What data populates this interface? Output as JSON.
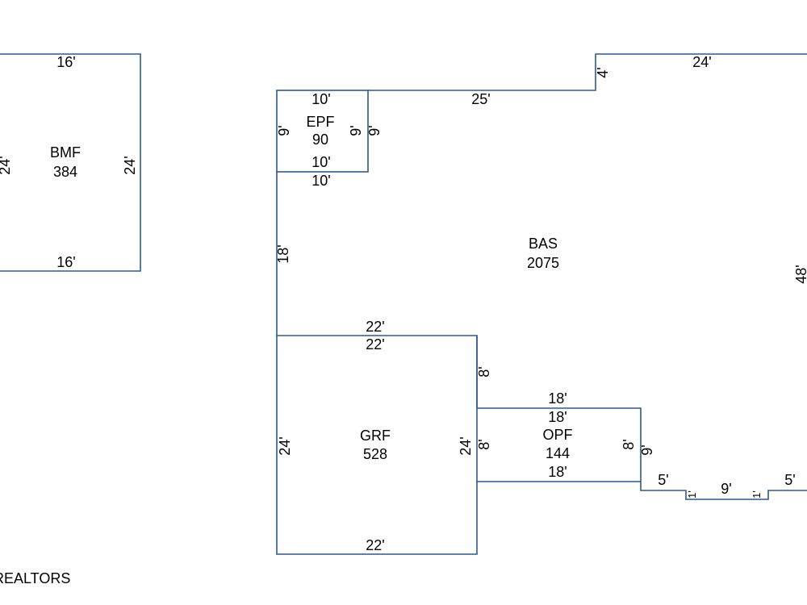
{
  "areas": {
    "bmf": {
      "code": "BMF",
      "sqft": "384"
    },
    "epf": {
      "code": "EPF",
      "sqft": "90"
    },
    "bas": {
      "code": "BAS",
      "sqft": "2075"
    },
    "grf": {
      "code": "GRF",
      "sqft": "528"
    },
    "opf": {
      "code": "OPF",
      "sqft": "144"
    }
  },
  "dims": {
    "bmf_top": "16'",
    "bmf_bottom": "16'",
    "bmf_left": "24'",
    "bmf_right": "24'",
    "epf_top": "10'",
    "epf_bottom_inner": "10'",
    "epf_left": "9'",
    "epf_right_inner": "9'",
    "epf_right_outer": "9'",
    "bas_epf_below": "10'",
    "bas_top": "25'",
    "bas_step": "4'",
    "bas_top_right": "24'",
    "bas_left": "18'",
    "bas_right": "48'",
    "bas_grf_above": "22'",
    "grf_top": "22'",
    "grf_bottom": "22'",
    "grf_left": "24'",
    "grf_right": "24'",
    "bas_step_right": "8'",
    "opf_top_outer": "18'",
    "opf_top_inner": "18'",
    "opf_bottom": "18'",
    "opf_left": "8'",
    "opf_right_inner": "8'",
    "opf_right_outer": "9'",
    "bottom_5a": "5'",
    "bottom_1a": "1'",
    "bottom_9": "9'",
    "bottom_1b": "1'",
    "bottom_5b": "5'"
  },
  "footer": {
    "watermark": "REALTORS"
  },
  "colors": {
    "wall": "#2f5a8a"
  }
}
